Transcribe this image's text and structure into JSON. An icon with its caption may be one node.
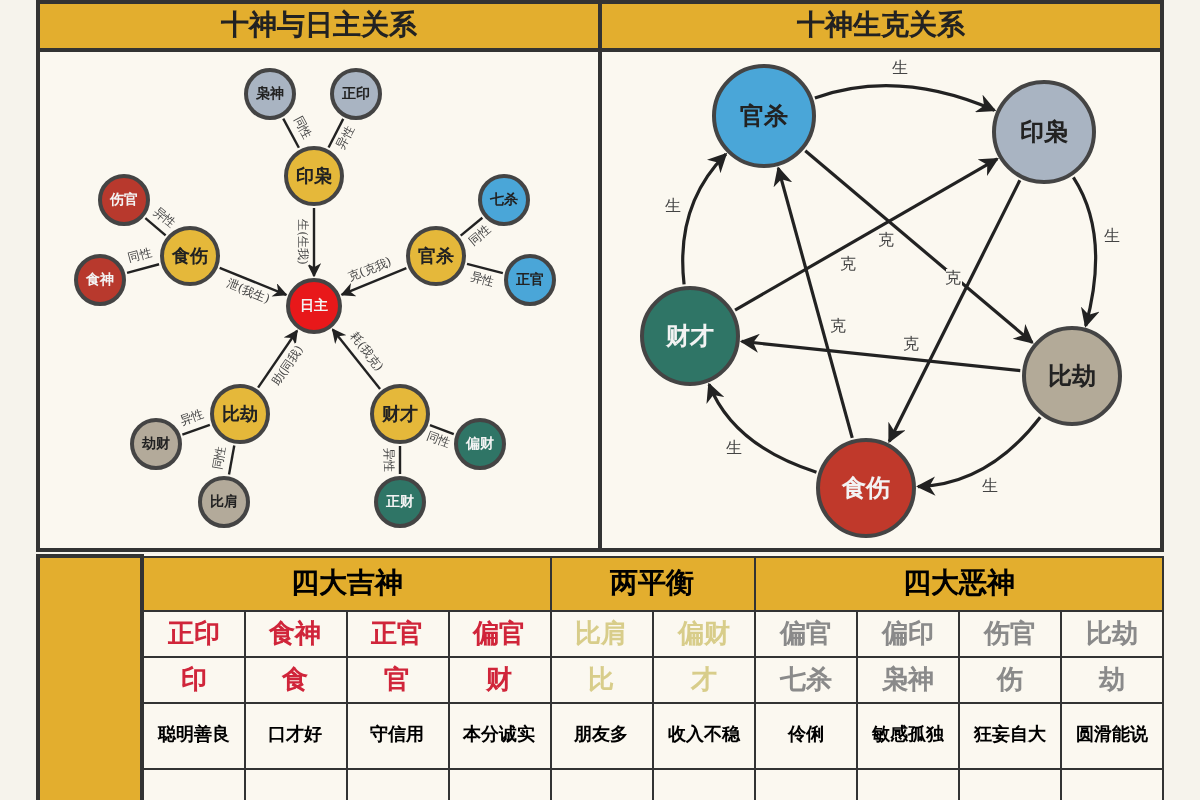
{
  "diagram": {
    "nodes": [
      {
        "text": [
          "十神与日主关系"
        ]
      },
      {
        "text": [
          "日主"
        ],
        "in": 0
      },
      {
        "text": [
          "印枭"
        ],
        "in": 0
      },
      {
        "text": [
          "枭神"
        ],
        "in": 0
      },
      {
        "text": [
          "正印"
        ],
        "in": 0
      },
      {
        "text": [
          "食伤"
        ],
        "in": 0
      },
      {
        "text": [
          "伤官"
        ],
        "in": 0
      },
      {
        "text": [
          "食神"
        ],
        "in": 0
      },
      {
        "text": [
          "官杀"
        ],
        "in": 0
      },
      {
        "text": [
          "七杀"
        ],
        "in": 0
      },
      {
        "text": [
          "正官"
        ],
        "in": 0
      },
      {
        "text": [
          "比劫"
        ],
        "in": 0
      },
      {
        "text": [
          "劫财"
        ],
        "in": 0
      },
      {
        "text": [
          "比肩"
        ],
        "in": 0
      },
      {
        "text": [
          "财才"
        ],
        "in": 0
      },
      {
        "text": [
          "偏财"
        ],
        "in": 0
      },
      {
        "text": [
          "正财"
        ],
        "in": 0
      },
      {
        "text": [
          "十神生克关系"
        ]
      },
      {
        "text": [
          "官杀"
        ],
        "in": 17
      },
      {
        "text": [
          "印枭"
        ],
        "in": 17
      },
      {
        "text": [
          "比劫"
        ],
        "in": 17
      },
      {
        "text": [
          "食伤"
        ],
        "in": 17
      },
      {
        "text": [
          "财才"
        ],
        "in": 17
      }
    ],
    "edges": [
      {
        "from": 2,
        "to": 1,
        "arrow": "to",
        "label": "生(生我)"
      },
      {
        "from": 5,
        "to": 1,
        "arrow": "to",
        "label": "泄(我生)"
      },
      {
        "from": 8,
        "to": 1,
        "arrow": "to",
        "label": "克(克我)"
      },
      {
        "from": 11,
        "to": 1,
        "arrow": "to",
        "label": "助(同我)"
      },
      {
        "from": 14,
        "to": 1,
        "arrow": "to",
        "label": "耗(我克)"
      },
      {
        "from": 2,
        "to": 3,
        "arrow": "none",
        "label": "同性"
      },
      {
        "from": 2,
        "to": 4,
        "arrow": "none",
        "label": "异性"
      },
      {
        "from": 5,
        "to": 6,
        "arrow": "none",
        "label": "异性"
      },
      {
        "from": 5,
        "to": 7,
        "arrow": "none",
        "label": "同性"
      },
      {
        "from": 8,
        "to": 9,
        "arrow": "none",
        "label": "同性"
      },
      {
        "from": 8,
        "to": 10,
        "arrow": "none",
        "label": "异性"
      },
      {
        "from": 11,
        "to": 12,
        "arrow": "none",
        "label": "异性"
      },
      {
        "from": 11,
        "to": 13,
        "arrow": "none",
        "label": "同性"
      },
      {
        "from": 14,
        "to": 15,
        "arrow": "none",
        "label": "同性"
      },
      {
        "from": 14,
        "to": 16,
        "arrow": "none",
        "label": "异性"
      },
      {
        "from": 18,
        "to": 19,
        "arrow": "to",
        "label": "生"
      },
      {
        "from": 19,
        "to": 20,
        "arrow": "to",
        "label": "生"
      },
      {
        "from": 20,
        "to": 21,
        "arrow": "to",
        "label": "生"
      },
      {
        "from": 21,
        "to": 22,
        "arrow": "to",
        "label": "生"
      },
      {
        "from": 22,
        "to": 18,
        "arrow": "to",
        "label": "生"
      },
      {
        "from": 18,
        "to": 20,
        "arrow": "to",
        "label": "克"
      },
      {
        "from": 20,
        "to": 22,
        "arrow": "to",
        "label": "克"
      },
      {
        "from": 22,
        "to": 19,
        "arrow": "to",
        "label": "克"
      },
      {
        "from": 19,
        "to": 21,
        "arrow": "to",
        "label": "克"
      },
      {
        "from": 21,
        "to": 18,
        "arrow": "to",
        "label": "克"
      }
    ],
    "labels": [
      "四大吉神",
      "两平衡",
      "四大恶神",
      "正印",
      "食神",
      "正官",
      "偏官",
      "比肩",
      "偏财",
      "偏官",
      "偏印",
      "伤官",
      "比劫",
      "印",
      "食",
      "官",
      "财",
      "比",
      "才",
      "七杀",
      "枭神",
      "伤",
      "劫",
      "聪明善良",
      "口才好",
      "守信用",
      "本分诚实",
      "朋友多",
      "收入不稳",
      "伶俐",
      "敏感孤独",
      "狂妄自大",
      "圆滑能说"
    ]
  }
}
